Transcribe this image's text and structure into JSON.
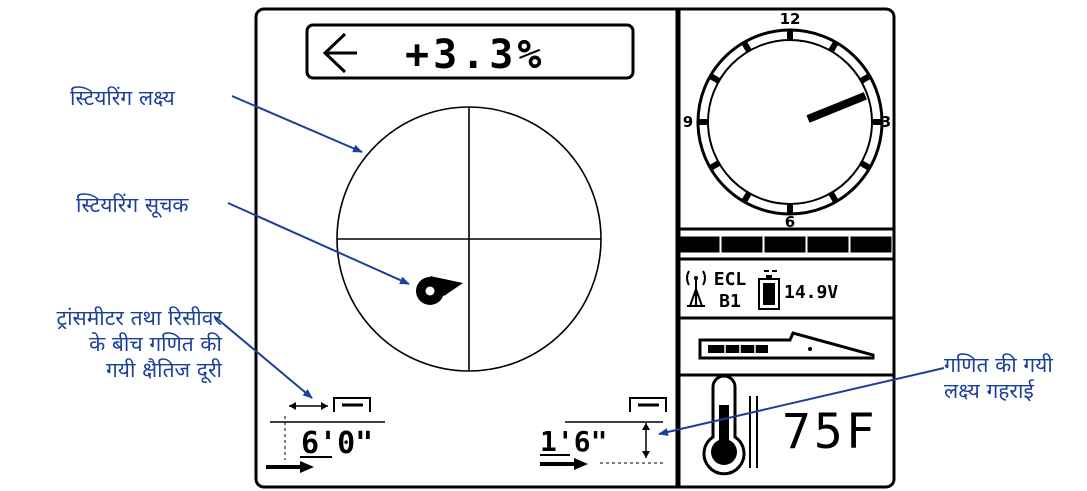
{
  "screen": {
    "pitch": {
      "icon": "pitch-arrow-icon",
      "value": "+3.3%"
    },
    "clock": {
      "labels": {
        "top": "12",
        "left": "9",
        "right": "3",
        "bottom": "6"
      },
      "roll_clock_position": 2.5
    },
    "signal_strength": {
      "filled_segments": 5,
      "total_segments": 5
    },
    "status": {
      "antenna_icon": "antenna-icon",
      "mode_line1": "ECL",
      "mode_line2": "B1",
      "battery_icon": "battery-icon",
      "battery_voltage": "14.9V"
    },
    "transmitter_icon": "transmitter-battery-icon",
    "temperature": {
      "icon": "thermometer-icon",
      "value": "75F"
    },
    "horizontal_distance": {
      "value": "6'0\""
    },
    "target_depth": {
      "value": "1'6\""
    }
  },
  "callouts": {
    "steering_target": "स्टियरिंग लक्ष्य",
    "steering_indicator": "स्टियरिंग सूचक",
    "horizontal_distance": [
      "ट्रांसमीटर तथा रिसीवर",
      "के बीच गणित की",
      "गयी क्षैतिज दूरी"
    ],
    "target_depth": [
      "गणित की गयी",
      "लक्ष्य गहराई"
    ]
  },
  "colors": {
    "callout": "#1b3f9a",
    "screen": "#000000",
    "background": "#ffffff"
  }
}
